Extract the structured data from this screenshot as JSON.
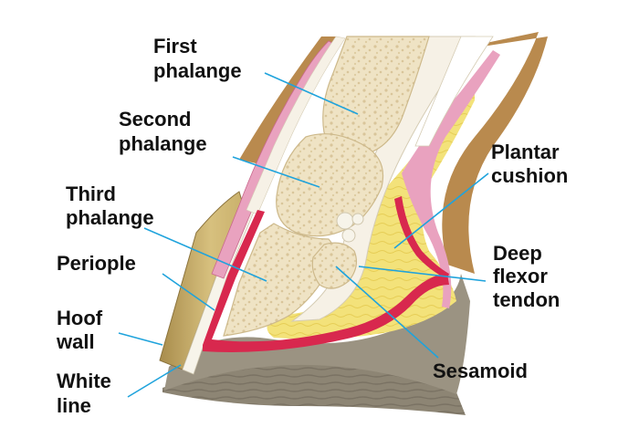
{
  "labels": [
    {
      "id": "first-phalange",
      "lines": [
        "First",
        "phalange"
      ]
    },
    {
      "id": "second-phalange",
      "lines": [
        "Second",
        "phalange"
      ]
    },
    {
      "id": "third-phalange",
      "lines": [
        "Third",
        "phalange"
      ]
    },
    {
      "id": "periople",
      "lines": [
        "Periople"
      ]
    },
    {
      "id": "hoof-wall",
      "lines": [
        "Hoof",
        "wall"
      ]
    },
    {
      "id": "white-line",
      "lines": [
        "White",
        "line"
      ]
    },
    {
      "id": "plantar-cushion",
      "lines": [
        "Plantar",
        "cushion"
      ]
    },
    {
      "id": "deep-flexor-tendon",
      "lines": [
        "Deep",
        "flexor",
        "tendon"
      ]
    },
    {
      "id": "sesamoid",
      "lines": [
        "Sesamoid"
      ]
    }
  ],
  "colors": {
    "leader": "#1fa3dc",
    "bone": "#efe3c4",
    "bone_pores": "#d9c59a",
    "cushion": "#f3e27a",
    "laminae": "#d8284e",
    "periople": "#e9a2bf",
    "hoof_wall": "#c9b06b",
    "sole": "#8a8272",
    "hair": "#b98a4e"
  }
}
